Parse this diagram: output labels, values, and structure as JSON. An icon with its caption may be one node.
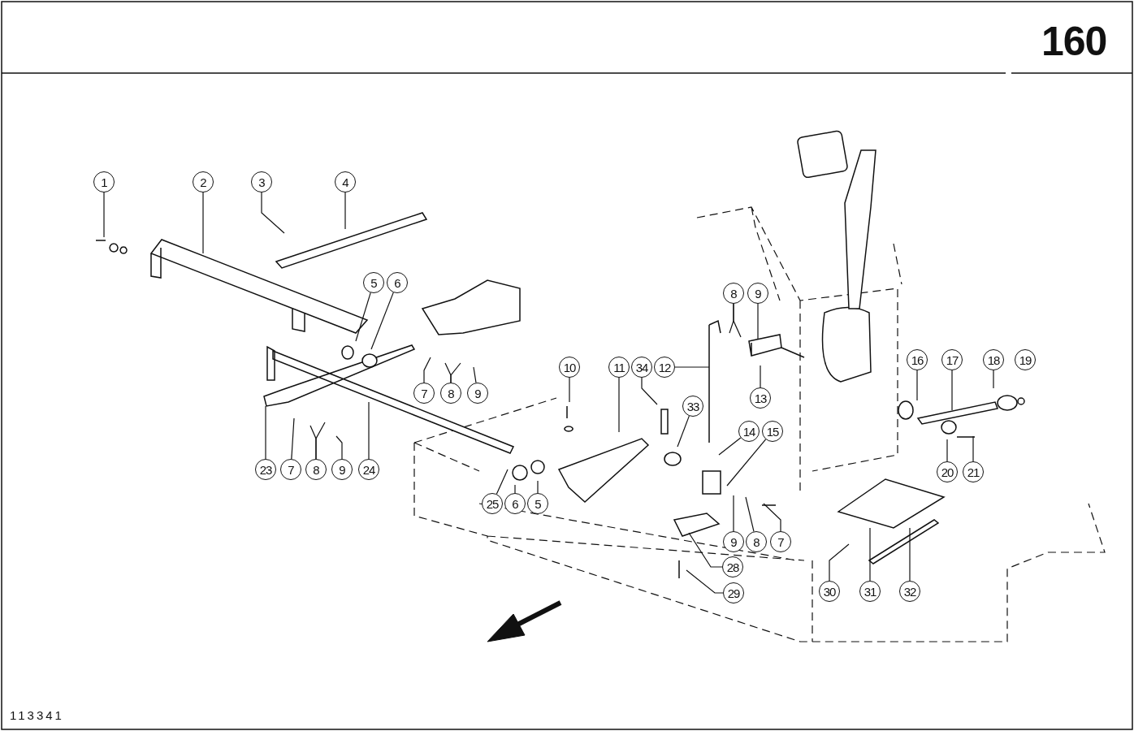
{
  "diagram": {
    "nodes": [
      {
        "text": [
          "1"
        ]
      },
      {
        "text": [
          "2"
        ]
      },
      {
        "text": [
          "3"
        ]
      },
      {
        "text": [
          "4"
        ]
      },
      {
        "text": [
          "5"
        ]
      },
      {
        "text": [
          "6"
        ]
      },
      {
        "text": [
          "8"
        ]
      },
      {
        "text": [
          "9"
        ]
      },
      {
        "text": [
          "16"
        ]
      },
      {
        "text": [
          "17"
        ]
      },
      {
        "text": [
          "18"
        ]
      },
      {
        "text": [
          "19"
        ]
      },
      {
        "text": [
          "10"
        ]
      },
      {
        "text": [
          "11"
        ]
      },
      {
        "text": [
          "34"
        ]
      },
      {
        "text": [
          "12"
        ]
      },
      {
        "text": [
          "7"
        ]
      },
      {
        "text": [
          "8"
        ]
      },
      {
        "text": [
          "9"
        ]
      },
      {
        "text": [
          "13"
        ]
      },
      {
        "text": [
          "33"
        ]
      },
      {
        "text": [
          "14"
        ]
      },
      {
        "text": [
          "15"
        ]
      },
      {
        "text": [
          "23"
        ]
      },
      {
        "text": [
          "7"
        ]
      },
      {
        "text": [
          "8"
        ]
      },
      {
        "text": [
          "9"
        ]
      },
      {
        "text": [
          "24"
        ]
      },
      {
        "text": [
          "20"
        ]
      },
      {
        "text": [
          "21"
        ]
      },
      {
        "text": [
          "25"
        ]
      },
      {
        "text": [
          "6"
        ]
      },
      {
        "text": [
          "5"
        ]
      },
      {
        "text": [
          "9"
        ]
      },
      {
        "text": [
          "8"
        ]
      },
      {
        "text": [
          "7"
        ]
      },
      {
        "text": [
          "28"
        ]
      },
      {
        "text": [
          "30"
        ]
      },
      {
        "text": [
          "31"
        ]
      },
      {
        "text": [
          "32"
        ]
      },
      {
        "text": [
          "29"
        ]
      }
    ],
    "edges": [
      {
        "from": 0,
        "to": null,
        "arrow": "none"
      },
      {
        "from": 1,
        "to": null,
        "arrow": "none"
      },
      {
        "from": 2,
        "to": null,
        "arrow": "none"
      },
      {
        "from": 3,
        "to": null,
        "arrow": "none"
      },
      {
        "from": 4,
        "to": null,
        "arrow": "none"
      },
      {
        "from": 5,
        "to": null,
        "arrow": "none"
      },
      {
        "from": 6,
        "to": null,
        "arrow": "none"
      },
      {
        "from": 6,
        "to": null,
        "arrow": "none"
      },
      {
        "from": 7,
        "to": null,
        "arrow": "none"
      },
      {
        "from": 8,
        "to": null,
        "arrow": "none"
      },
      {
        "from": 9,
        "to": null,
        "arrow": "none"
      },
      {
        "from": 10,
        "to": null,
        "arrow": "none"
      },
      {
        "from": 12,
        "to": null,
        "arrow": "none"
      },
      {
        "from": 13,
        "to": null,
        "arrow": "none"
      },
      {
        "from": 14,
        "to": null,
        "arrow": "none"
      },
      {
        "from": 15,
        "to": null,
        "arrow": "none"
      },
      {
        "from": 16,
        "to": null,
        "arrow": "none"
      },
      {
        "from": 17,
        "to": null,
        "arrow": "none"
      },
      {
        "from": 17,
        "to": null,
        "arrow": "none"
      },
      {
        "from": 18,
        "to": null,
        "arrow": "none"
      },
      {
        "from": 19,
        "to": null,
        "arrow": "none"
      },
      {
        "from": 20,
        "to": null,
        "arrow": "none"
      },
      {
        "from": 21,
        "to": null,
        "arrow": "none"
      },
      {
        "from": 22,
        "to": null,
        "arrow": "none"
      },
      {
        "from": 23,
        "to": null,
        "arrow": "none"
      },
      {
        "from": 24,
        "to": null,
        "arrow": "none"
      },
      {
        "from": 25,
        "to": null,
        "arrow": "none"
      },
      {
        "from": 25,
        "to": null,
        "arrow": "none"
      },
      {
        "from": 26,
        "to": null,
        "arrow": "none"
      },
      {
        "from": 27,
        "to": null,
        "arrow": "none"
      },
      {
        "from": 28,
        "to": null,
        "arrow": "none"
      },
      {
        "from": 29,
        "to": null,
        "arrow": "none"
      },
      {
        "from": 30,
        "to": null,
        "arrow": "none"
      },
      {
        "from": 31,
        "to": null,
        "arrow": "none"
      },
      {
        "from": 32,
        "to": null,
        "arrow": "none"
      },
      {
        "from": 33,
        "to": null,
        "arrow": "none"
      },
      {
        "from": 34,
        "to": null,
        "arrow": "none"
      },
      {
        "from": 35,
        "to": null,
        "arrow": "none"
      },
      {
        "from": 36,
        "to": null,
        "arrow": "none"
      },
      {
        "from": 37,
        "to": null,
        "arrow": "none"
      },
      {
        "from": 38,
        "to": null,
        "arrow": "none"
      },
      {
        "from": 39,
        "to": null,
        "arrow": "none"
      },
      {
        "from": 40,
        "to": null,
        "arrow": "none"
      }
    ],
    "labels": [
      "160",
      "113341"
    ]
  }
}
